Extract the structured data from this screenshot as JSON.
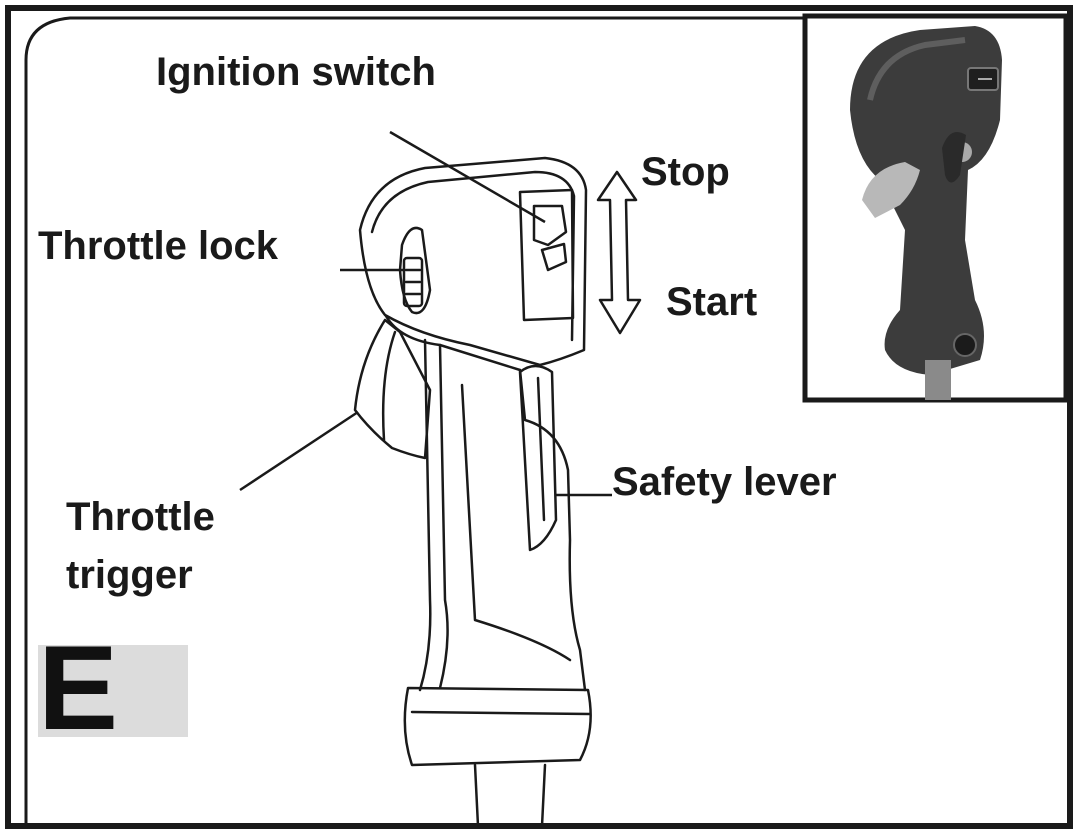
{
  "labels": {
    "ignition_switch": "Ignition switch",
    "throttle_lock": "Throttle lock",
    "stop": "Stop",
    "start": "Start",
    "safety_lever": "Safety lever",
    "throttle_trigger_line1": "Throttle",
    "throttle_trigger_line2": "trigger"
  },
  "figure_letter": "E",
  "colors": {
    "ink": "#1a1a1a",
    "letter_box": "#dcdcdc",
    "photo_handle": "#3c3c3c",
    "photo_trigger": "#b8b8b8"
  }
}
